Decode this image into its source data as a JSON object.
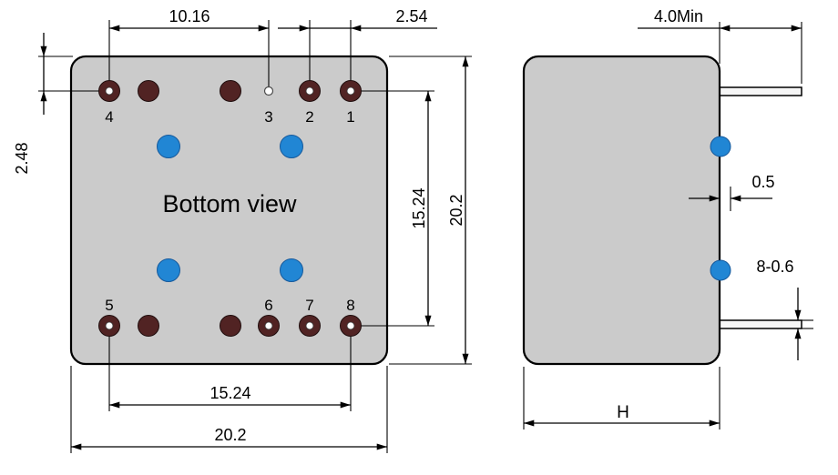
{
  "colors": {
    "body_fill": "#cbcbcb",
    "pin_fill": "#512323",
    "boss_fill": "#2186d4",
    "lead_fill": "#f6f6f6",
    "line": "#000000"
  },
  "bottom_view": {
    "caption": "Bottom view",
    "pins": {
      "p1": "1",
      "p2": "2",
      "p3": "3",
      "p4": "4",
      "p5": "5",
      "p6": "6",
      "p7": "7",
      "p8": "8"
    },
    "dims": {
      "top_pitch": "10.16",
      "pin_pitch": "2.54",
      "edge_to_row": "2.48",
      "row_to_row": "15.24",
      "body_height": "20.2",
      "pin_span": "15.24",
      "body_width": "20.2"
    }
  },
  "side_view": {
    "dims": {
      "lead_length": "4.0Min",
      "boss_protrusion": "0.5",
      "leads_note": "8-0.6",
      "depth": "H"
    }
  }
}
